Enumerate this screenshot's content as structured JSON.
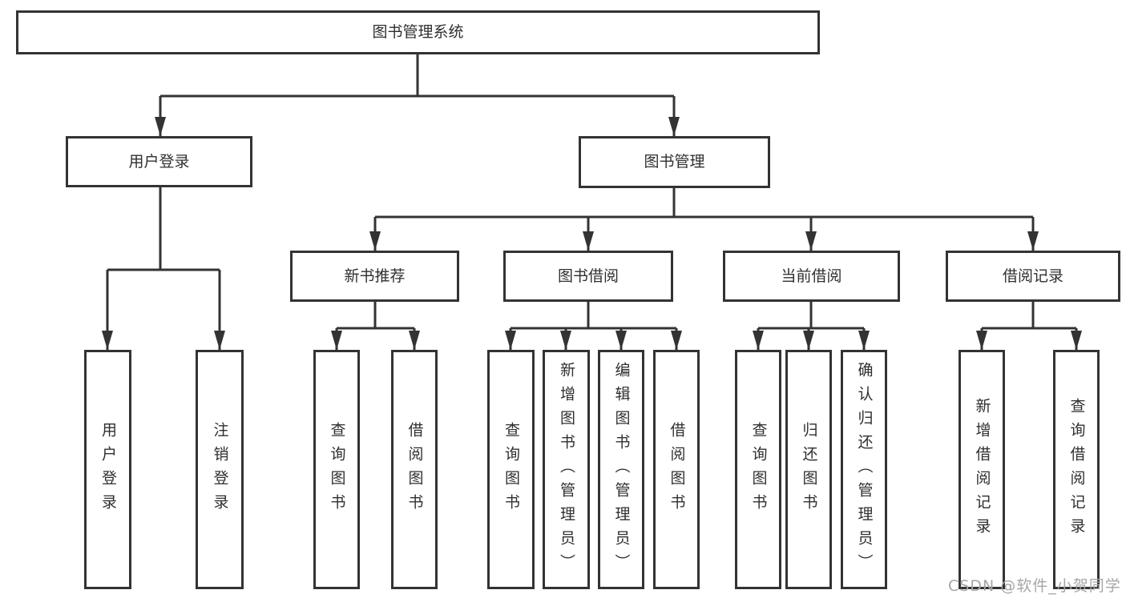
{
  "diagram": {
    "root": {
      "label": "图书管理系统"
    },
    "user_login": {
      "label": "用户登录",
      "children": {
        "login": {
          "label": "用户登录"
        },
        "logout": {
          "label": "注销登录"
        }
      }
    },
    "book_mgmt": {
      "label": "图书管理",
      "children": {
        "new_book_rec": {
          "label": "新书推荐",
          "children": {
            "query_books": {
              "label": "查询图书"
            },
            "borrow_books": {
              "label": "借阅图书"
            }
          }
        },
        "book_borrow": {
          "label": "图书借阅",
          "children": {
            "query_books": {
              "label": "查询图书"
            },
            "add_books": {
              "label": "新增图书（管理员）"
            },
            "edit_books": {
              "label": "编辑图书（管理员）"
            },
            "borrow_books": {
              "label": "借阅图书"
            }
          }
        },
        "current_borrow": {
          "label": "当前借阅",
          "children": {
            "query_books": {
              "label": "查询图书"
            },
            "return_books": {
              "label": "归还图书"
            },
            "confirm_return": {
              "label": "确认归还（管理员）"
            }
          }
        },
        "borrow_record": {
          "label": "借阅记录",
          "children": {
            "add_record": {
              "label": "新增借阅记录"
            },
            "query_record": {
              "label": "查询借阅记录"
            }
          }
        }
      }
    }
  },
  "watermark": {
    "text": "CSDN @软件_小贺同学"
  },
  "colors": {
    "line": "#333333",
    "box_border": "#333333",
    "text": "#2f2f2f",
    "watermark": "#a6a6a6",
    "background": "#ffffff"
  }
}
